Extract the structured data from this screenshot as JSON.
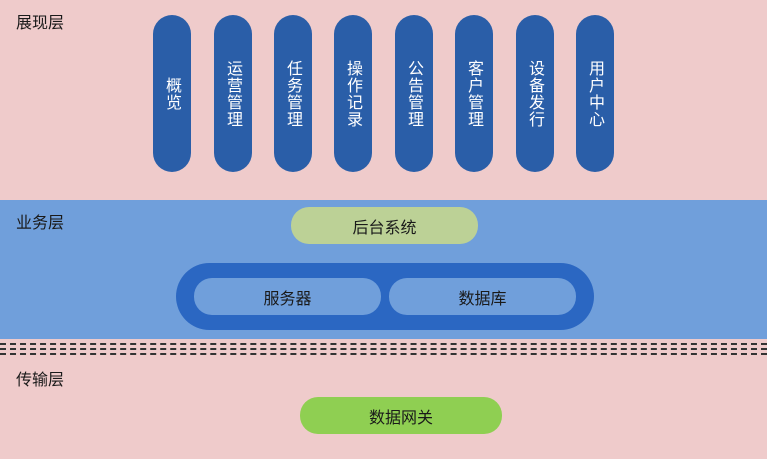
{
  "layers": {
    "presentation": {
      "label": "展现层"
    },
    "business": {
      "label": "业务层"
    },
    "transport": {
      "label": "传输层"
    }
  },
  "presentation_modules": [
    "概览",
    "运营管理",
    "任务管理",
    "操作记录",
    "公告管理",
    "客户管理",
    "设备发行",
    "用户中心"
  ],
  "business": {
    "backend": "后台系统",
    "server": "服务器",
    "database": "数据库"
  },
  "transport": {
    "gateway": "数据网关"
  },
  "colors": {
    "presentation_bg": "#efcbcb",
    "business_bg": "#709fdb",
    "module_pill": "#2a5ea8",
    "backend_pill": "#bcd196",
    "server_group": "#2b67c2",
    "gateway_pill": "#8fcf52"
  }
}
